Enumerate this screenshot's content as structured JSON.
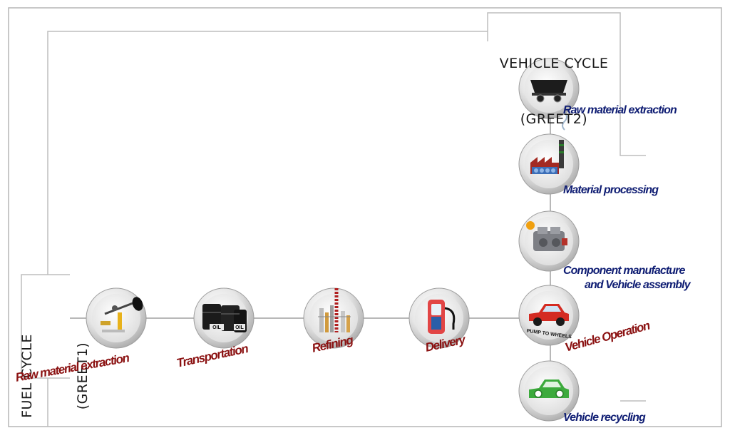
{
  "vehicle_cycle": {
    "title": "VEHICLE CYCLE",
    "subtitle": "(GREET2)",
    "stages": [
      {
        "label": "Raw material extraction",
        "icon": "mine-cart-icon"
      },
      {
        "label": "Material processing",
        "icon": "factory-icon"
      },
      {
        "label": "Component manufacture",
        "label2": "and Vehicle assembly",
        "icon": "engine-icon"
      },
      {
        "label": "Vehicle Operation",
        "icon": "car-icon",
        "badge": "PUMP TO WHEELS"
      },
      {
        "label": "Vehicle recycling",
        "icon": "recycle-car-icon"
      }
    ]
  },
  "fuel_cycle": {
    "title": "FUEL CYCLE",
    "subtitle": "(GREET1)",
    "stages": [
      {
        "label": "Raw material extraction",
        "icon": "oil-pump-icon"
      },
      {
        "label": "Transportation",
        "icon": "oil-barrels-icon",
        "barrel_text": "OIL"
      },
      {
        "label": "Refining",
        "icon": "refinery-icon"
      },
      {
        "label": "Delivery",
        "icon": "fuel-pump-icon"
      }
    ]
  },
  "colors": {
    "fuel_label": "#8b1212",
    "vehicle_label": "#0f1d73",
    "frame": "#b5b5b5",
    "connector": "#b8b8b8"
  }
}
